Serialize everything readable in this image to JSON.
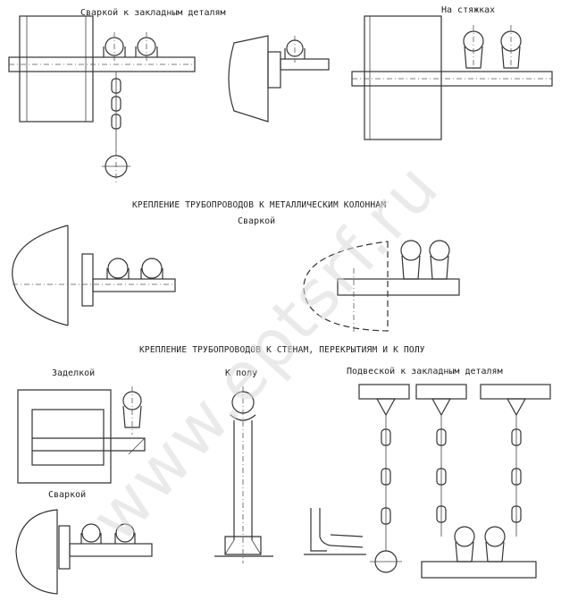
{
  "labels": {
    "weld_embedded": "Сваркой к закладным деталям",
    "ties": "На стяжках",
    "columns_heading": "КРЕПЛЕНИЕ ТРУБОПРОВОДОВ К МЕТАЛЛИЧЕСКИМ КОЛОННАМ",
    "weld_1": "Сваркой",
    "walls_heading": "КРЕПЛЕНИЕ ТРУБОПРОВОДОВ К СТЕНАМ, ПЕРЕКРЫТИЯМ И К ПОЛУ",
    "embedding": "Заделкой",
    "to_floor": "К полу",
    "suspension": "Подвеской к закладным деталям",
    "weld_2": "Сваркой"
  },
  "watermark": "www.eptsrf.ru",
  "colors": {
    "ink": "#333333",
    "watermark": "#d9d9d9",
    "paper": "#ffffff"
  }
}
